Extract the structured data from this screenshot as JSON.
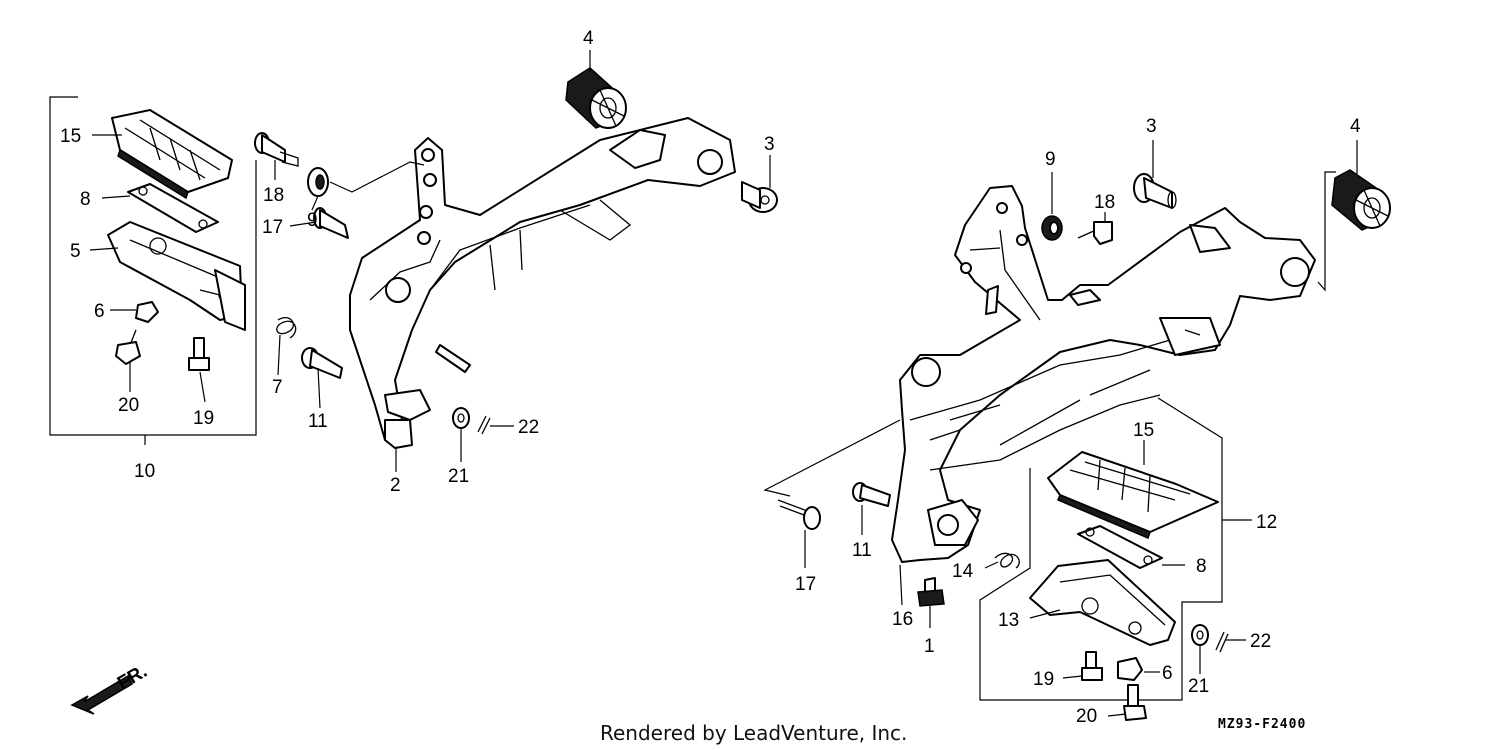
{
  "callouts": [
    {
      "id": "c-4-left",
      "text": "4"
    },
    {
      "id": "c-3-left",
      "text": "3"
    },
    {
      "id": "c-15-left",
      "text": "15"
    },
    {
      "id": "c-8-left",
      "text": "8"
    },
    {
      "id": "c-5",
      "text": "5"
    },
    {
      "id": "c-6-left",
      "text": "6"
    },
    {
      "id": "c-20-left",
      "text": "20"
    },
    {
      "id": "c-19-left",
      "text": "19"
    },
    {
      "id": "c-10",
      "text": "10"
    },
    {
      "id": "c-18-left",
      "text": "18"
    },
    {
      "id": "c-9-left",
      "text": "9"
    },
    {
      "id": "c-17-left",
      "text": "17"
    },
    {
      "id": "c-7",
      "text": "7"
    },
    {
      "id": "c-11-left",
      "text": "11"
    },
    {
      "id": "c-2",
      "text": "2"
    },
    {
      "id": "c-21-left",
      "text": "21"
    },
    {
      "id": "c-22-left",
      "text": "22"
    },
    {
      "id": "c-3-right",
      "text": "3"
    },
    {
      "id": "c-4-right",
      "text": "4"
    },
    {
      "id": "c-9-right",
      "text": "9"
    },
    {
      "id": "c-18-right",
      "text": "18"
    },
    {
      "id": "c-15-right",
      "text": "15"
    },
    {
      "id": "c-12",
      "text": "12"
    },
    {
      "id": "c-8-right",
      "text": "8"
    },
    {
      "id": "c-11-right",
      "text": "11"
    },
    {
      "id": "c-17-right",
      "text": "17"
    },
    {
      "id": "c-16",
      "text": "16"
    },
    {
      "id": "c-14",
      "text": "14"
    },
    {
      "id": "c-1",
      "text": "1"
    },
    {
      "id": "c-13",
      "text": "13"
    },
    {
      "id": "c-19-right",
      "text": "19"
    },
    {
      "id": "c-6-right",
      "text": "6"
    },
    {
      "id": "c-21-right",
      "text": "21"
    },
    {
      "id": "c-22-right",
      "text": "22"
    },
    {
      "id": "c-20-right",
      "text": "20"
    }
  ],
  "direction_label": "FR.",
  "footer": {
    "credit": "Rendered by LeadVenture, Inc.",
    "diagram_code": "MZ93-F2400"
  },
  "colors": {
    "ink": "#000000",
    "background": "#ffffff"
  }
}
